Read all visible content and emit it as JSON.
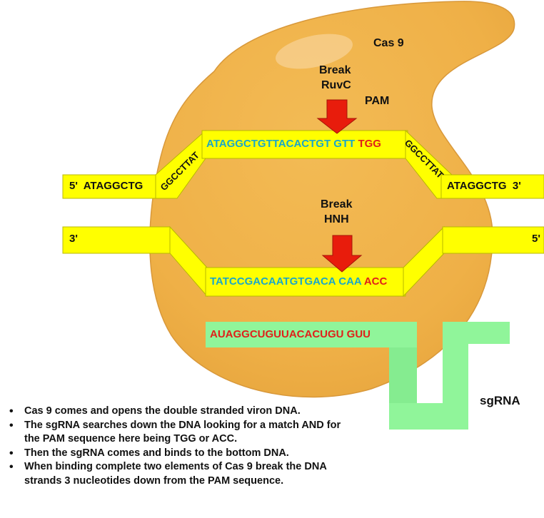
{
  "labels": {
    "cas9": "Cas 9",
    "break_ruvc_1": "Break",
    "break_ruvc_2": "RuvC",
    "pam": "PAM",
    "break_hnh_1": "Break",
    "break_hnh_2": "HNH",
    "sgrna": "sgRNA"
  },
  "top_strand": {
    "left_end": "5'  ATAGGCTG",
    "left_slant": "GGCCTTAT",
    "center_cyan": "ATAGGCTGTTACACTGT GTT",
    "center_pam": "TGG",
    "right_slant": "GGCCTTAT",
    "right_end": "ATAGGCTG  3'"
  },
  "bottom_strand": {
    "left_end": "3'",
    "center_cyan": "TATCCGACAATGTGACA CAA",
    "center_pam": "ACC",
    "right_end": "5'"
  },
  "sgrna_sequence": "AUAGGCUGUUACACUGU GUU",
  "bullets": [
    "Cas 9 comes and opens the double stranded viron DNA.",
    "The sgRNA searches down the DNA looking for a match AND for the PAM sequence here being TGG or ACC.",
    "Then the sgRNA comes and binds to the bottom DNA.",
    "When binding complete two elements of Cas 9 break the DNA strands 3 nucleotides down from the PAM sequence."
  ],
  "colors": {
    "cas9_body": "#f0b44a",
    "dna_strand": "#ffff00",
    "strand_edge": "#b8b800",
    "sgrna": "#90f59a",
    "arrow": "#e81c0c",
    "cyan_text": "#1aa7c9",
    "pam_text": "#e0201a"
  }
}
